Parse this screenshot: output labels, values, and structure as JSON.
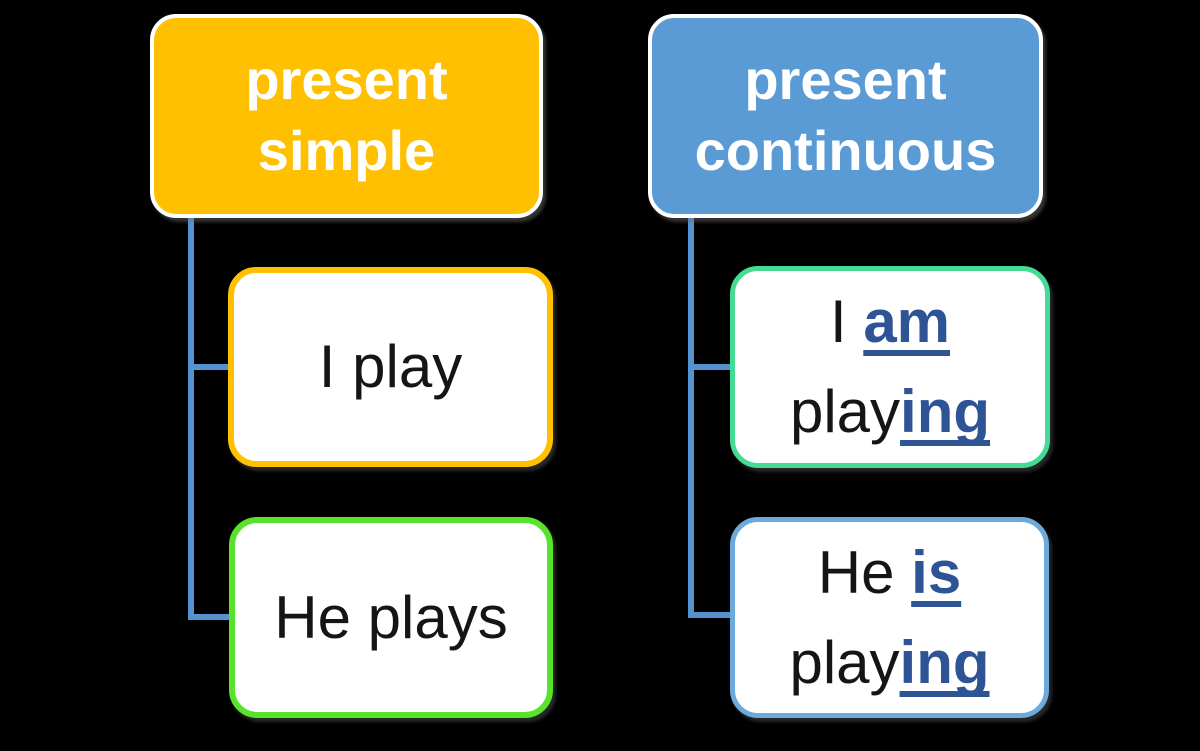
{
  "colors": {
    "canvas-bg": "#000000",
    "yellow": "#FFC001",
    "blue": "#5B9BD5",
    "green": "#57E22B",
    "mint": "#45DB95",
    "lightblue": "#6CA9DC",
    "darkblue": "#2E5496",
    "connector": "#5493CF",
    "header-text": "#FFFFFF",
    "body-text": "#151515"
  },
  "diagram": {
    "left": {
      "header": {
        "line1": "present",
        "line2": "simple",
        "fill": "#FFC001"
      },
      "children": [
        {
          "text": "I play",
          "border": "#FFC001"
        },
        {
          "text": "He plays",
          "border": "#57E22B"
        }
      ]
    },
    "right": {
      "header": {
        "line1": "present",
        "line2": "continuous",
        "fill": "#5B9BD5"
      },
      "children": [
        {
          "border": "#45DB95",
          "line1": [
            {
              "text": "I "
            },
            {
              "text": "am",
              "highlight": true
            }
          ],
          "line2": [
            {
              "text": "play"
            },
            {
              "text": "ing",
              "highlight": true
            }
          ]
        },
        {
          "border": "#6CA9DC",
          "line1": [
            {
              "text": "He "
            },
            {
              "text": "is",
              "highlight": true
            }
          ],
          "line2": [
            {
              "text": "play"
            },
            {
              "text": "ing",
              "highlight": true
            }
          ]
        }
      ]
    }
  }
}
